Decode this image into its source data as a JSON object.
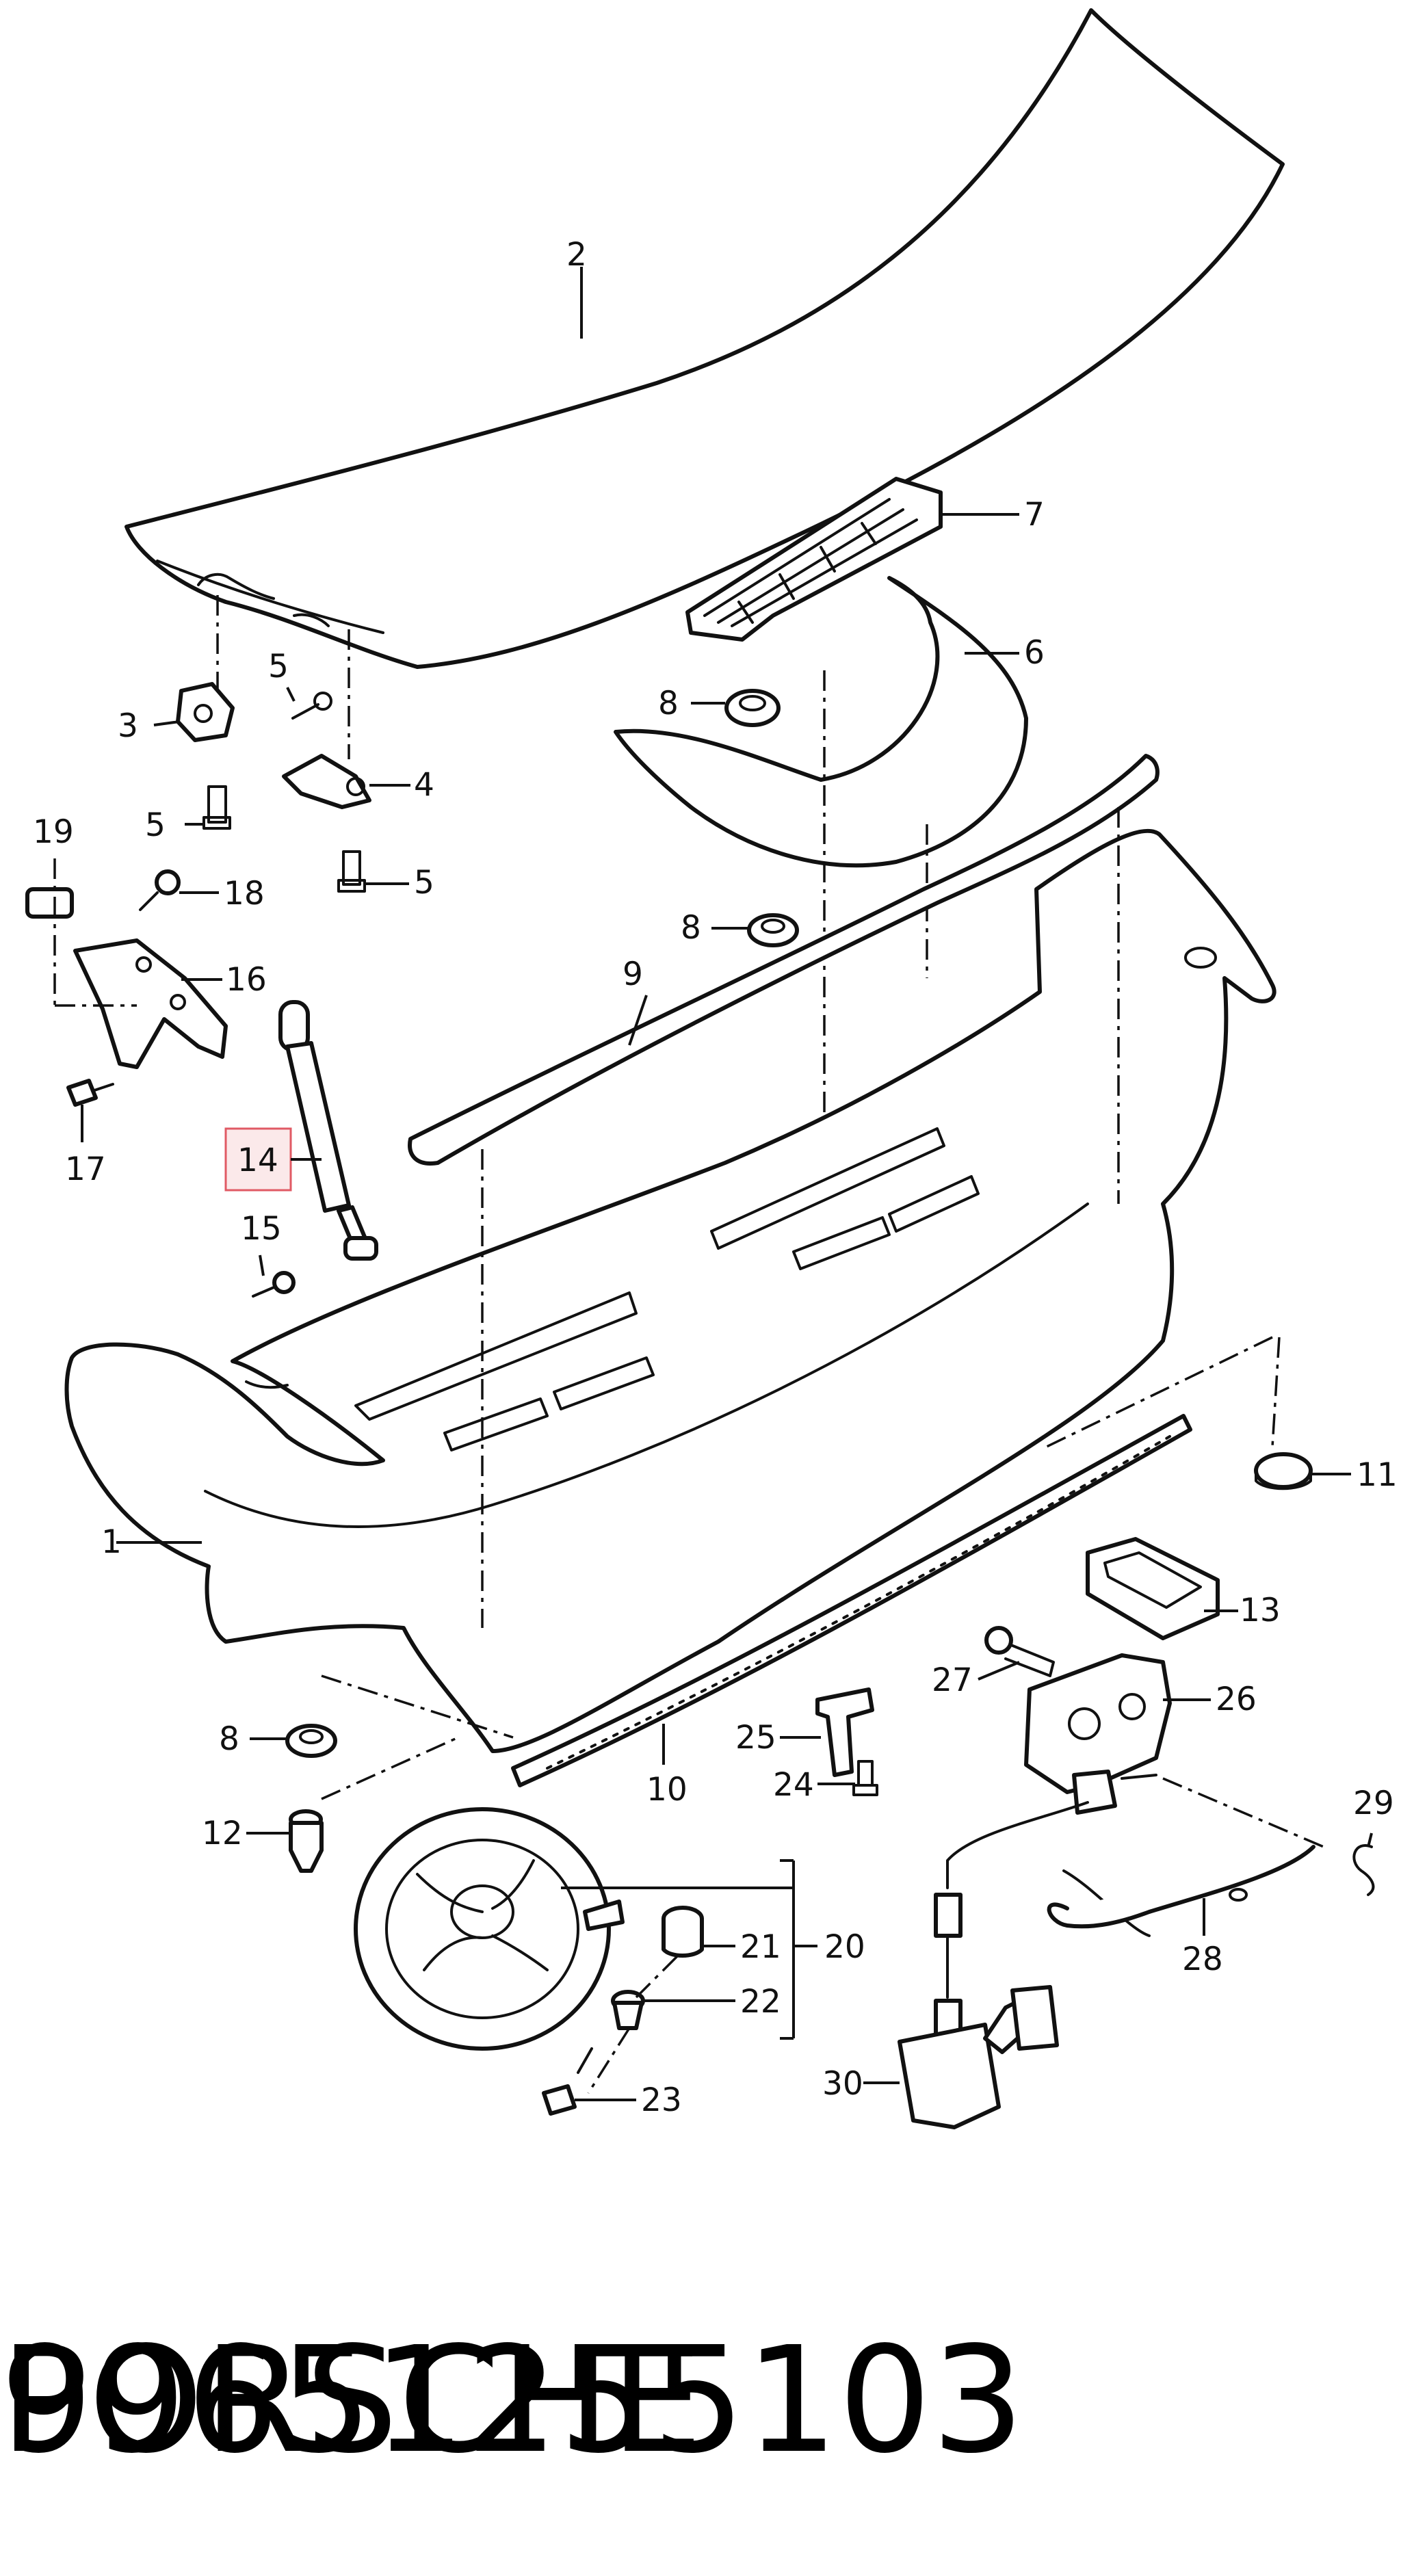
{
  "diagram": {
    "highlighted_callout": "14",
    "highlight_color": "#e05a64",
    "callouts": [
      "1",
      "2",
      "3",
      "4",
      "5",
      "5",
      "5",
      "6",
      "7",
      "8",
      "8",
      "8",
      "9",
      "10",
      "11",
      "12",
      "13",
      "14",
      "15",
      "16",
      "17",
      "18",
      "19",
      "20",
      "21",
      "22",
      "23",
      "24",
      "25",
      "26",
      "27",
      "28",
      "29",
      "30"
    ]
  },
  "footer": {
    "part_number": "99651255103",
    "brand": "PORSCHE"
  }
}
